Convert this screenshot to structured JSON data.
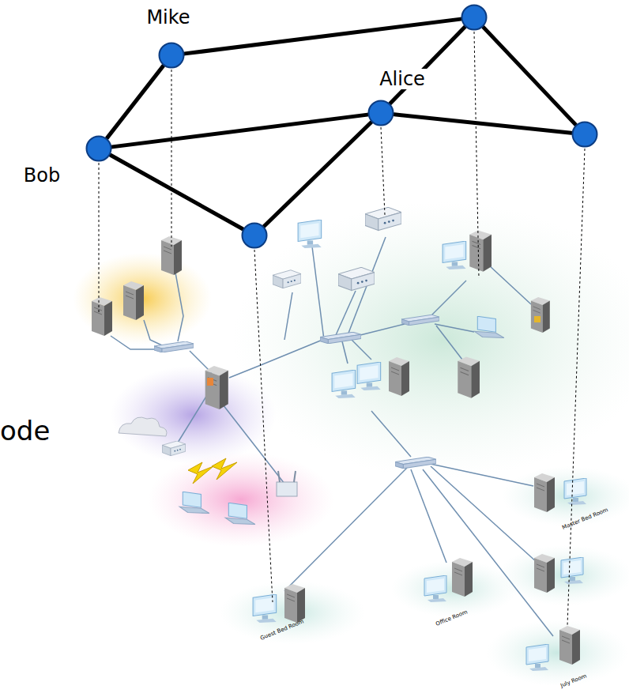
{
  "diagram": {
    "nodes": [
      {
        "text": [
          "Mike"
        ]
      },
      {
        "text": []
      },
      {
        "text": [
          "Alice"
        ]
      },
      {
        "text": []
      },
      {
        "text": [
          "Bob"
        ]
      },
      {
        "text": []
      }
    ],
    "edges": [
      {
        "from": 0,
        "to": 1,
        "arrow": "none"
      },
      {
        "from": 0,
        "to": 4,
        "arrow": "none"
      },
      {
        "from": 1,
        "to": 2,
        "arrow": "none"
      },
      {
        "from": 1,
        "to": 3,
        "arrow": "none"
      },
      {
        "from": 2,
        "to": 3,
        "arrow": "none"
      },
      {
        "from": 4,
        "to": 2,
        "arrow": "none"
      },
      {
        "from": 4,
        "to": 5,
        "arrow": "none"
      },
      {
        "from": 5,
        "to": 2,
        "arrow": "none"
      }
    ],
    "labels": [
      "ode",
      "Master Bed Room",
      "Guest Bed Room",
      "Office Room",
      "July Room"
    ]
  }
}
